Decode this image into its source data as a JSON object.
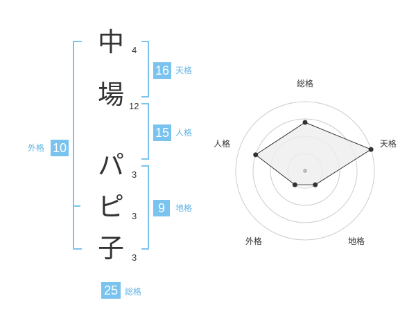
{
  "name_chars": [
    {
      "char": "中",
      "strokes": "4"
    },
    {
      "char": "場",
      "strokes": "12"
    },
    {
      "char": "パ",
      "strokes": "3"
    },
    {
      "char": "ピ",
      "strokes": "3"
    },
    {
      "char": "子",
      "strokes": "3"
    }
  ],
  "fortunes": {
    "tenkaku": {
      "value": "16",
      "label": "天格"
    },
    "jinkaku": {
      "value": "15",
      "label": "人格"
    },
    "chikaku": {
      "value": "9",
      "label": "地格"
    },
    "gaikaku": {
      "value": "10",
      "label": "外格"
    },
    "soukaku": {
      "value": "25",
      "label": "総格"
    }
  },
  "colors": {
    "bracket": "#79c3ee",
    "box_fill": "#79c3ee",
    "label_text": "#62b4e6",
    "radar_ring": "#cccccc",
    "radar_fill": "#eeeeee",
    "radar_line": "#333333"
  },
  "chart_data": {
    "type": "radar",
    "axes": [
      "総格",
      "天格",
      "地格",
      "外格",
      "人格"
    ],
    "values": [
      0.7,
      1.0,
      0.25,
      0.25,
      0.75
    ],
    "rings": 4,
    "ring_max": 1.0
  }
}
